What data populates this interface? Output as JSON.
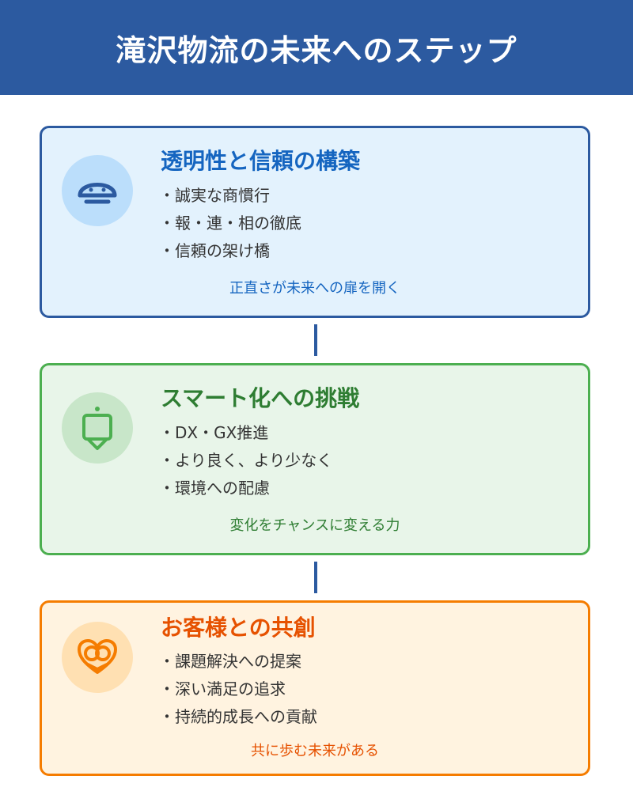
{
  "header": {
    "title": "滝沢物流の未来へのステップ"
  },
  "steps": [
    {
      "title": "透明性と信頼の構築",
      "icon": "handshake-icon",
      "color": "#1565c0",
      "bullets": [
        "誠実な商慣行",
        "報・連・相の徹底",
        "信頼の架け橋"
      ],
      "tagline": "正直さが未来への扉を開く"
    },
    {
      "title": "スマート化への挑戦",
      "icon": "smart-device-icon",
      "color": "#2e7d32",
      "bullets": [
        "DX・GX推進",
        "より良く、より少なく",
        "環境への配慮"
      ],
      "tagline": "変化をチャンスに変える力"
    },
    {
      "title": "お客様との共創",
      "icon": "heart-hands-icon",
      "color": "#e65100",
      "bullets": [
        "課題解決への提案",
        "深い満足の追求",
        "持続的成長への貢献"
      ],
      "tagline": "共に歩む未来がある"
    }
  ]
}
